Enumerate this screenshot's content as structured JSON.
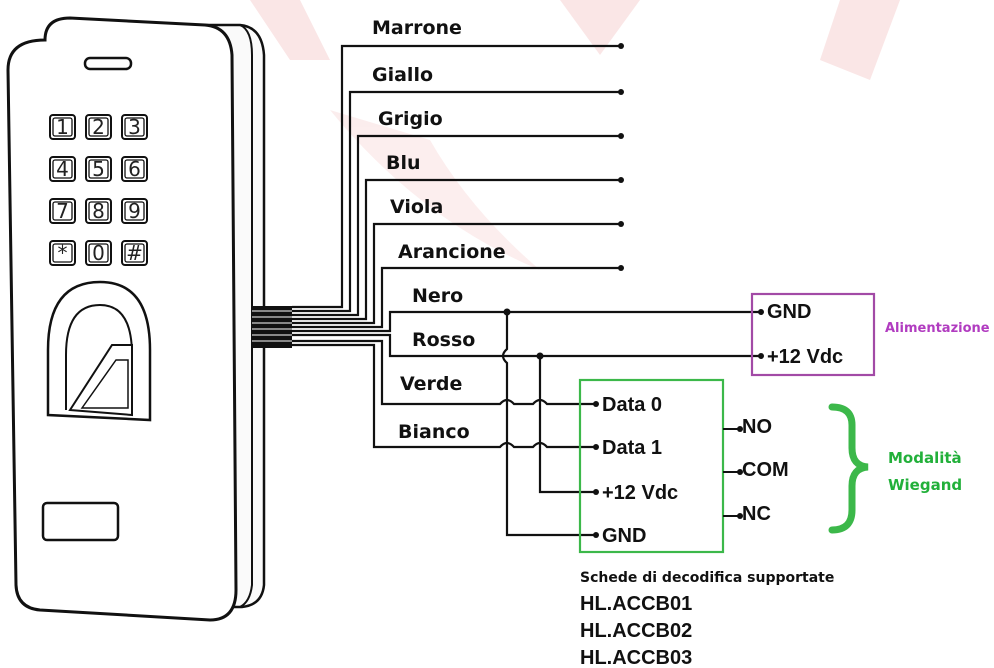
{
  "colors": {
    "line": "#111111",
    "power_box": "#a24aa6",
    "power_label": "#b13cc0",
    "wiegand_box": "#3cb84a",
    "wiegand_label": "#22b03a",
    "watermark": "#f3c9c9"
  },
  "keypad": {
    "keys": [
      "1",
      "2",
      "3",
      "4",
      "5",
      "6",
      "7",
      "8",
      "9",
      "*",
      "0",
      "#"
    ]
  },
  "wires": {
    "brown": "Marrone",
    "yellow": "Giallo",
    "grey": "Grigio",
    "blue": "Blu",
    "violet": "Viola",
    "orange": "Arancione",
    "black": "Nero",
    "red": "Rosso",
    "green": "Verde",
    "white": "Bianco"
  },
  "power": {
    "gnd": "GND",
    "vdc": "+12 Vdc",
    "label": "Alimentazione"
  },
  "wiegand_board": {
    "inputs": [
      "Data 0",
      "Data 1",
      "+12 Vdc",
      "GND"
    ],
    "outputs": [
      "NO",
      "COM",
      "NC"
    ],
    "label_line1": "Modalità",
    "label_line2": "Wiegand"
  },
  "boards": {
    "title": "Schede di decodifica supportate",
    "items": [
      "HL.ACCB01",
      "HL.ACCB02",
      "HL.ACCB03"
    ]
  }
}
